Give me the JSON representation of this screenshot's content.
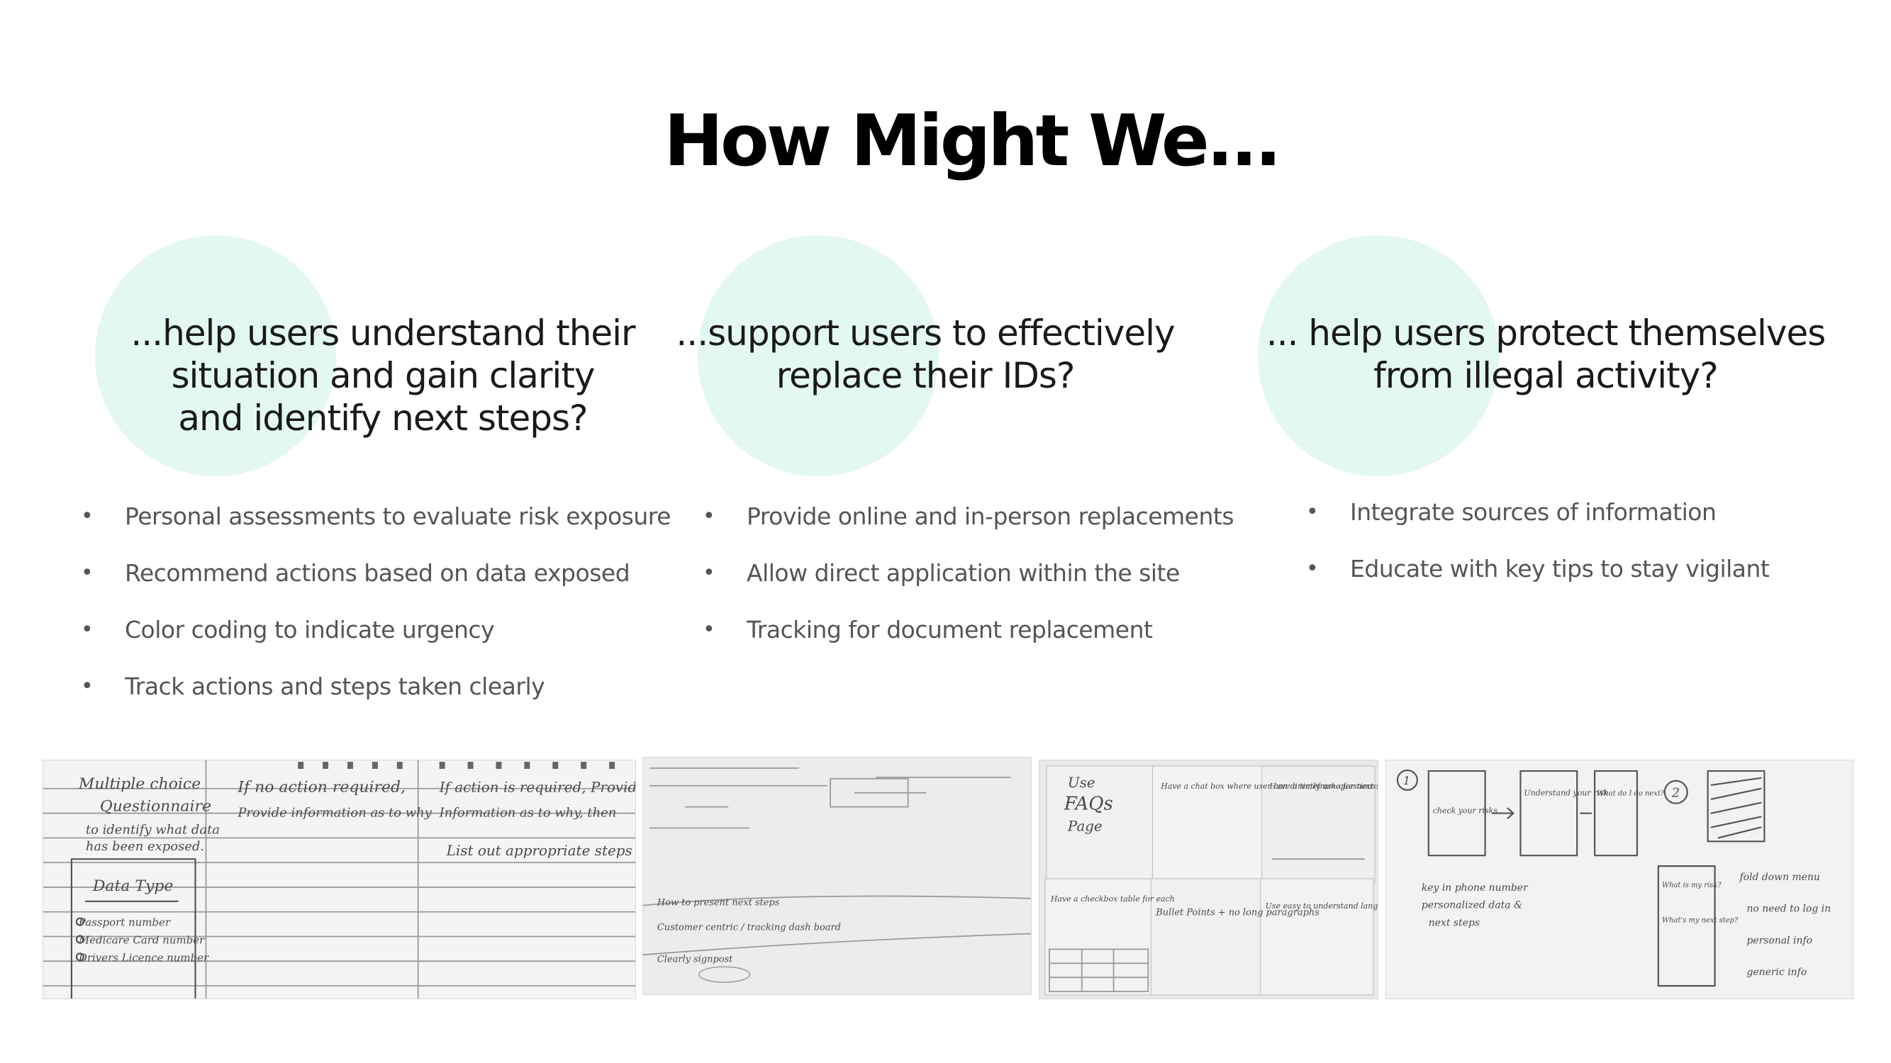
{
  "title": "How Might We...",
  "accent_color": "#e3f7f3",
  "columns": [
    {
      "heading_lines": [
        "...help users understand their",
        "situation and gain clarity",
        "and identify next steps?"
      ],
      "bullets": [
        "Personal assessments to evaluate risk exposure",
        "Recommend actions based on data exposed",
        "Color coding to indicate urgency",
        "Track actions and steps taken clearly"
      ]
    },
    {
      "heading_lines": [
        "...support users to effectively",
        "replace their IDs?"
      ],
      "bullets": [
        "Provide online and in-person replacements",
        "Allow direct application within the site",
        "Tracking for document replacement"
      ]
    },
    {
      "heading_lines": [
        "... help users protect themselves",
        "from illegal activity?"
      ],
      "bullets": [
        "Integrate sources of information",
        "Educate with key tips to stay vigilant"
      ]
    }
  ],
  "sketches": [
    {
      "name": "notebook-sketch-photo",
      "notes": [
        "Multiple choice",
        "Questionnaire",
        "to identify what data",
        "has been exposed.",
        "Data Type",
        "Passport number",
        "Medicare Card number",
        "Drivers Licence number",
        "If no action required,",
        "Provide information as to why",
        "If action is required, Provide",
        "Information as to why, then",
        "List out appropriate steps"
      ]
    },
    {
      "name": "whiteboard-sketch-photo",
      "notes": [
        "How to present next steps",
        "Customer centric / tracking dash board",
        "Clearly signpost"
      ]
    },
    {
      "name": "paper-panels-sketch-photo",
      "notes": [
        "Use",
        "FAQs",
        "Page",
        "Have a chat box where user can directly ask questions",
        "Have a timeframe for next steps",
        "Have a checkbox table for each",
        "Bullet Points + no long paragraphs",
        "Use easy to understand language that's DIRECT + CLEAR"
      ]
    },
    {
      "name": "wireframe-sketch-photo",
      "notes": [
        "1",
        "2",
        "check your risks",
        "Understand your risk",
        "What do I do next?",
        "key in phone number",
        "personalized data &",
        "next steps",
        "What is my risk?",
        "What's my next step?",
        "fold down menu",
        "no need to log in",
        "personal info",
        "generic info"
      ]
    }
  ]
}
